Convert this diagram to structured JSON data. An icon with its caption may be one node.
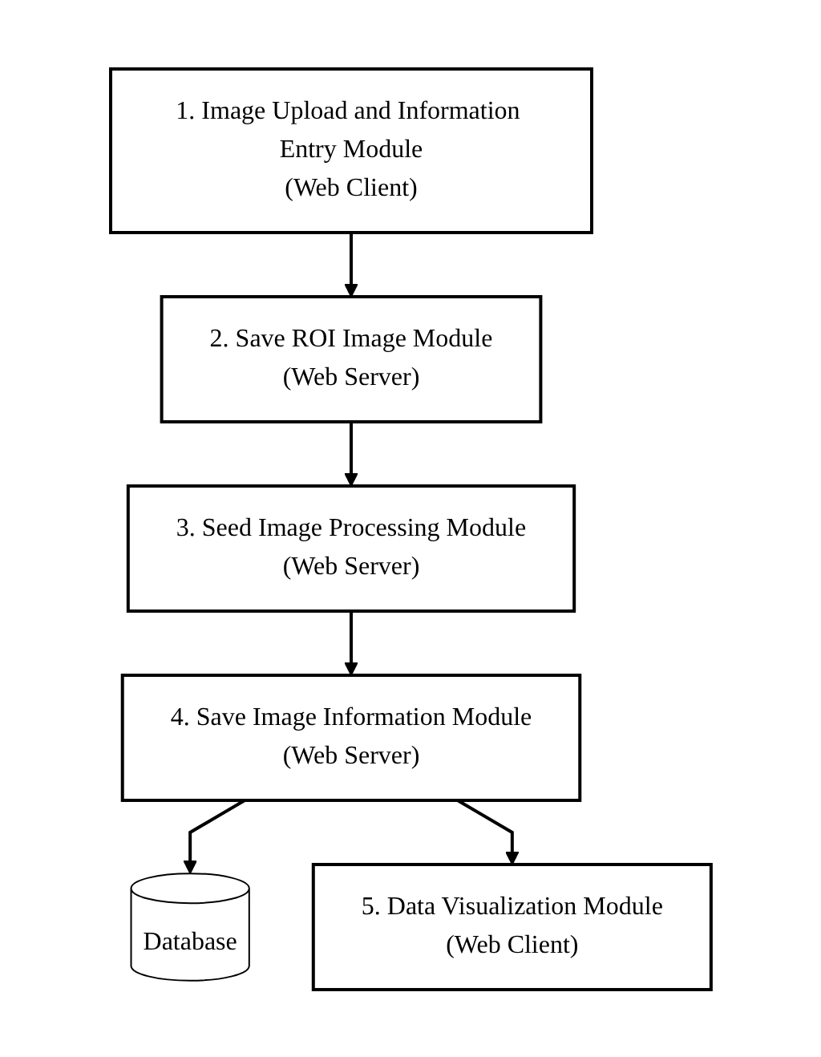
{
  "diagram": {
    "nodes": [
      {
        "text": [
          "1. Image Upload and Information Entry Module",
          "(Web Client)"
        ]
      },
      {
        "text": [
          "2. Save ROI Image Module",
          "(Web Server)"
        ]
      },
      {
        "text": [
          "3. Seed Image Processing Module",
          "(Web Server)"
        ]
      },
      {
        "text": [
          "4. Save Image Information Module",
          "(Web Server)"
        ]
      },
      {
        "text": [
          "Database"
        ]
      },
      {
        "text": [
          "5. Data Visualization Module",
          "(Web Client)"
        ]
      }
    ],
    "edges": [
      {
        "from": 0,
        "to": 1,
        "arrow": "to"
      },
      {
        "from": 1,
        "to": 2,
        "arrow": "to"
      },
      {
        "from": 2,
        "to": 3,
        "arrow": "to"
      },
      {
        "from": 3,
        "to": 4,
        "arrow": "to"
      },
      {
        "from": 3,
        "to": 5,
        "arrow": "to"
      }
    ]
  }
}
